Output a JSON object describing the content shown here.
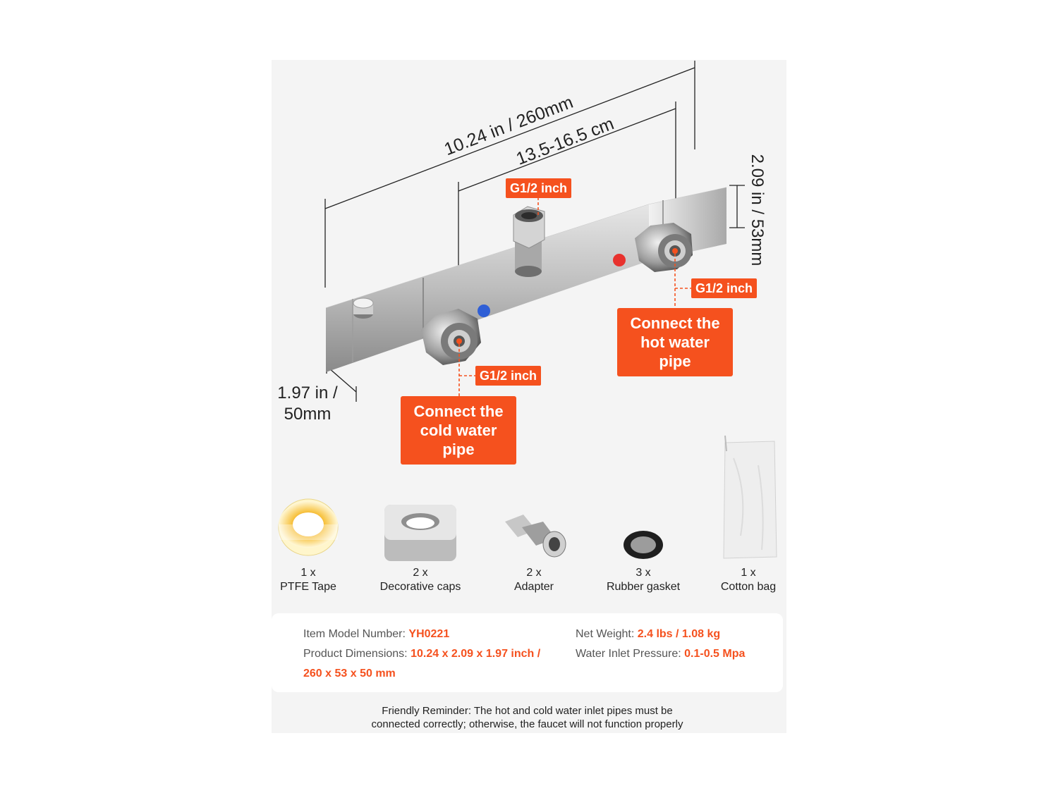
{
  "dimensions": {
    "total_length": "10.24 in / 260mm",
    "inlet_spacing": "13.5-16.5 cm",
    "height": "2.09 in / 53mm",
    "depth_line1": "1.97 in /",
    "depth_line2": "50mm"
  },
  "thread_labels": {
    "outlet": "G1/2 inch",
    "hot_inlet": "G1/2 inch",
    "cold_inlet": "G1/2 inch"
  },
  "callouts": {
    "hot_line1": "Connect the",
    "hot_line2": "hot water pipe",
    "cold_line1": "Connect the",
    "cold_line2": "cold water pipe"
  },
  "accessories": [
    {
      "qty": "1 x",
      "name": "PTFE Tape",
      "icon": "ptfe-tape-icon"
    },
    {
      "qty": "2 x",
      "name": "Decorative caps",
      "icon": "decorative-cap-icon"
    },
    {
      "qty": "2 x",
      "name": "Adapter",
      "icon": "adapter-icon"
    },
    {
      "qty": "3 x",
      "name": "Rubber gasket",
      "icon": "rubber-gasket-icon"
    },
    {
      "qty": "1 x",
      "name": "Cotton bag",
      "icon": "cotton-bag-icon"
    }
  ],
  "specs": {
    "model_label": "Item Model Number:",
    "model_value": "YH0221",
    "dims_label": "Product Dimensions:",
    "dims_value_line1": "10.24 x 2.09 x 1.97 inch /",
    "dims_value_line2": "260 x 53 x 50 mm",
    "weight_label": "Net Weight:",
    "weight_value": "2.4 lbs / 1.08 kg",
    "pressure_label": "Water Inlet Pressure:",
    "pressure_value": "0.1-0.5 Mpa"
  },
  "reminder": {
    "line1": "Friendly Reminder: The hot and cold water inlet pipes must be",
    "line2": "connected correctly; otherwise, the faucet will not function properly"
  },
  "colors": {
    "accent": "#f5511e",
    "panel": "#f4f4f4",
    "hot_marker": "#e8322e",
    "cold_marker": "#2f5fd6"
  }
}
